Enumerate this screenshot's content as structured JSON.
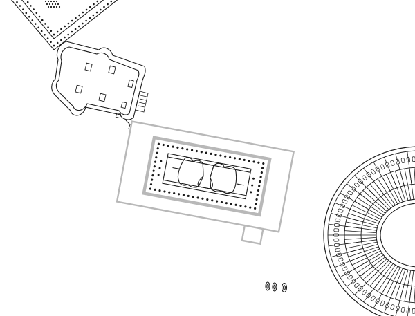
{
  "map": {
    "style": "architectural plan, black line drawing on white",
    "background_color": "#ffffff",
    "line_color": "#1a1a1a",
    "podium_color": "#b8b8b8",
    "features": [
      {
        "id": "colonnaded-enclosure",
        "type": "rotated square court lined with dotted colonnade (partial, cut at top edge)"
      },
      {
        "id": "quatrefoil-pavilion",
        "type": "four-apsed building with internal piers and side stair"
      },
      {
        "id": "temple-platform",
        "type": "rectangular podium with peristyle columns and twin apsed cellae"
      },
      {
        "id": "amphitheatre",
        "type": "oval arena with radial vaulted substructures (partial, cut at right edge)"
      },
      {
        "id": "column-bases",
        "type": "three small oval bases"
      }
    ]
  }
}
